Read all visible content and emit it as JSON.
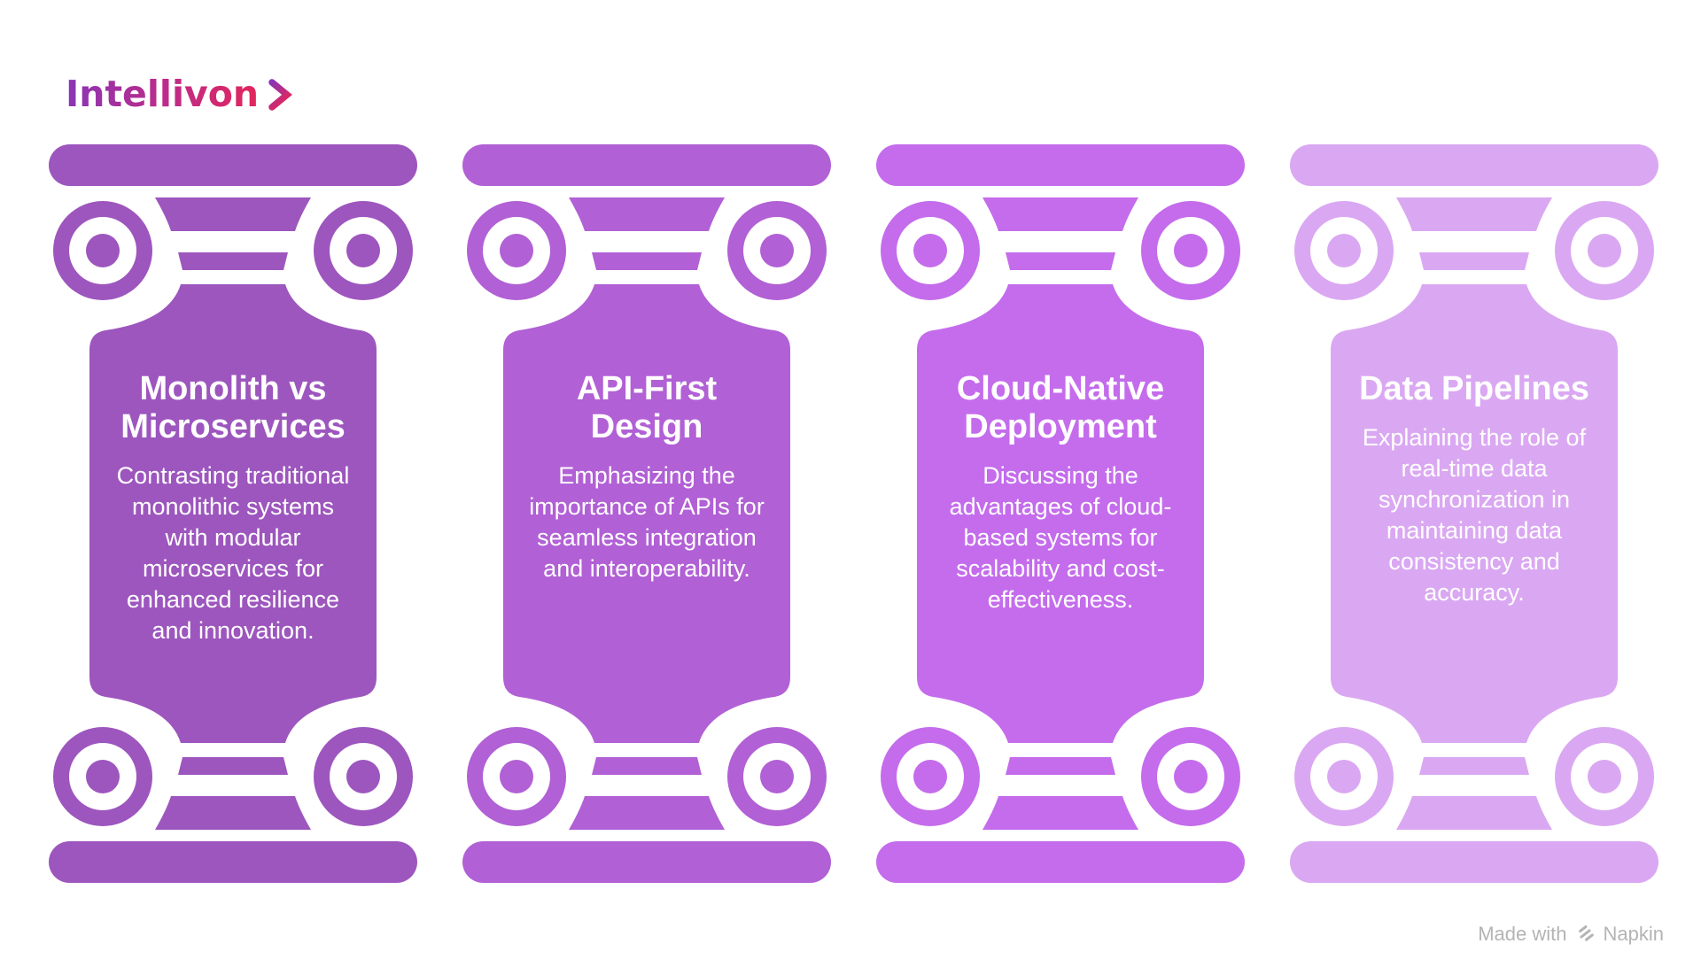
{
  "logo": {
    "text": "Intellivon",
    "gradient_start": "#8A35B5",
    "gradient_mid": "#C02B86",
    "gradient_end": "#E2265C"
  },
  "columns": [
    {
      "title": "Monolith vs Microservices",
      "description": "Contrasting traditional monolithic systems with modular microservices for enhanced resilience and innovation.",
      "color": "#9D56BE"
    },
    {
      "title": "API-First Design",
      "description": "Emphasizing the importance of APIs for seamless integration and interoperability.",
      "color": "#B160D5"
    },
    {
      "title": "Cloud-Native Deployment",
      "description": "Discussing the advantages of cloud-based systems for scalability and cost-effectiveness.",
      "color": "#C46CEC"
    },
    {
      "title": "Data Pipelines",
      "description": "Explaining the role of real-time data synchronization in maintaining data consistency and accuracy.",
      "color": "#DAA8F2"
    }
  ],
  "text_color": "#FFFFFF",
  "footer": {
    "made_with": "Made with",
    "brand": "Napkin",
    "color": "#B4B4B4"
  }
}
